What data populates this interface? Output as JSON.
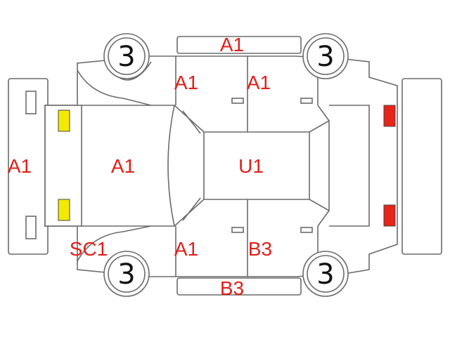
{
  "colors": {
    "damage_mark": "#e0201a",
    "outline": "#6b6b6b",
    "front_lamp": "#f2ea00",
    "rear_lamp": "#e8231a"
  },
  "wheels": {
    "front_left": "3",
    "rear_left": "3",
    "front_right": "3",
    "rear_right": "3"
  },
  "marks": {
    "top_panel": "A1",
    "front_left_door": "A1",
    "rear_left_door": "A1",
    "front_bumper": "A1",
    "hood": "A1",
    "roof": "U1",
    "front_right_corner": "SC1",
    "front_right_door": "A1",
    "rear_right_door": "B3",
    "bottom_panel": "B3"
  }
}
